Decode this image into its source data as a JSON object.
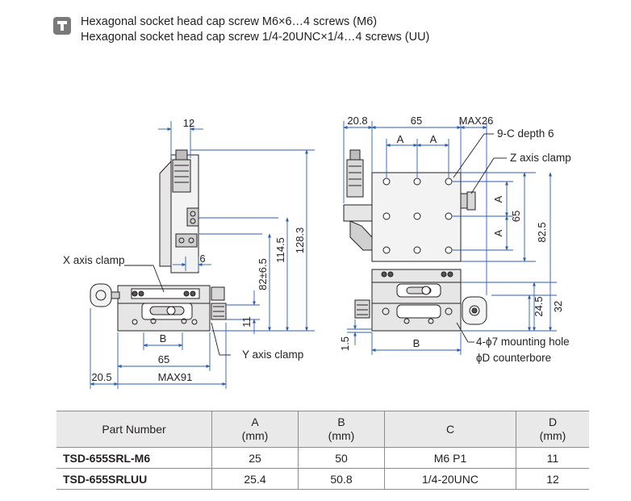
{
  "notes": {
    "line1": "Hexagonal socket head cap screw M6×6…4 screws (M6)",
    "line2": "Hexagonal socket head cap screw 1/4-20UNC×1/4…4 screws (UU)"
  },
  "side_view": {
    "dim_12": "12",
    "dim_6": "6",
    "dim_114_5": "114.5",
    "dim_128_3": "128.3",
    "dim_82": "82±6.5",
    "dim_11": "11",
    "dim_b": "B",
    "dim_65": "65",
    "dim_20_5": "20.5",
    "dim_max91": "MAX91",
    "label_x_clamp": "X axis clamp",
    "label_y_clamp": "Y axis clamp"
  },
  "front_view": {
    "dim_20_8": "20.8",
    "dim_65": "65",
    "dim_max26": "MAX26",
    "dim_a1": "A",
    "dim_a2": "A",
    "dim_a_v1": "A",
    "dim_a_v2": "A",
    "dim_65_v": "65",
    "dim_82_5": "82.5",
    "dim_24_5": "24.5",
    "dim_32": "32",
    "dim_1_5": "1.5",
    "dim_b": "B",
    "label_9c": "9-C depth 6",
    "label_z_clamp": "Z axis clamp",
    "label_mount": "4-ϕ7 mounting hole",
    "label_cbore": "ϕD counterbore"
  },
  "spec_table": {
    "headers": {
      "part": "Part Number",
      "a": "A",
      "a_unit": "(mm)",
      "b": "B",
      "b_unit": "(mm)",
      "c": "C",
      "d": "D",
      "d_unit": "(mm)"
    },
    "rows": [
      {
        "part": "TSD-655SRL-M6",
        "a": "25",
        "b": "50",
        "c": "M6 P1",
        "d": "11"
      },
      {
        "part": "TSD-655SRLUU",
        "a": "25.4",
        "b": "50.8",
        "c": "1/4-20UNC",
        "d": "12"
      }
    ]
  },
  "colors": {
    "line": "#231f20",
    "dim": "#2b5fb4",
    "hatch": "#c8c8c8",
    "body": "#e6e6e6",
    "dark": "#4a4a4a",
    "header_bg": "#e9e9e9"
  }
}
